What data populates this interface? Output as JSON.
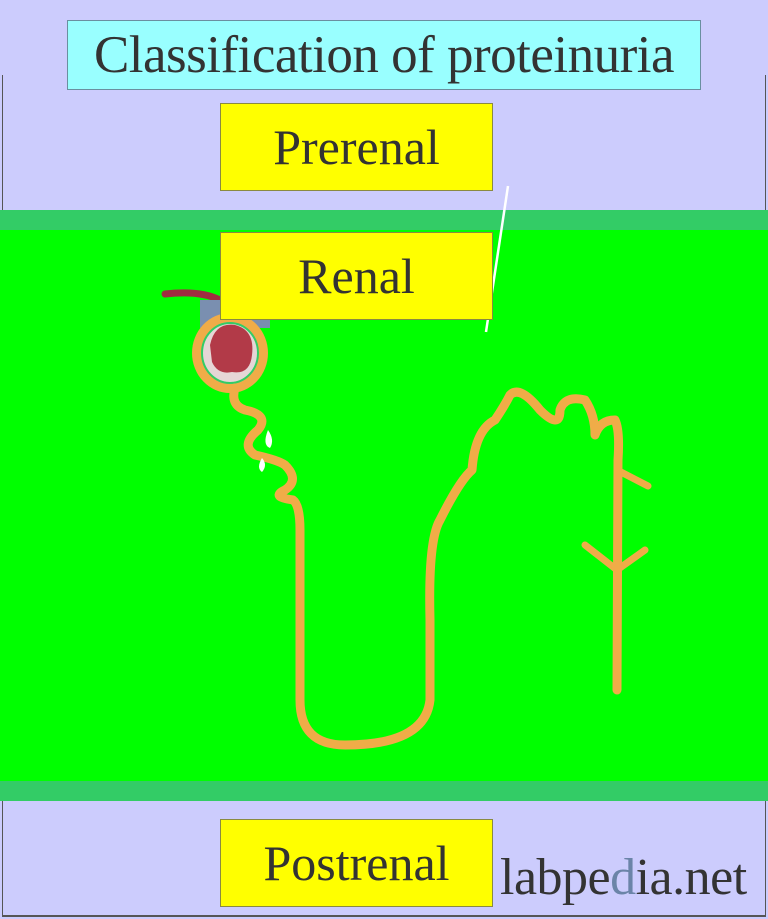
{
  "title": "Classification of proteinuria",
  "categories": [
    {
      "label": "Prerenal"
    },
    {
      "label": "Renal"
    },
    {
      "label": "Postrenal"
    }
  ],
  "watermark": {
    "prefix": "labpe",
    "highlight": "d",
    "suffix": "ia.net"
  },
  "colors": {
    "background": "#ccccfd",
    "title_box": "#99ffff",
    "label_box": "#ffff00",
    "renal_zone": "#00ff00",
    "band": "#33cc66",
    "tubule": "#f0ac48",
    "glomerulus": "#b23a48"
  }
}
